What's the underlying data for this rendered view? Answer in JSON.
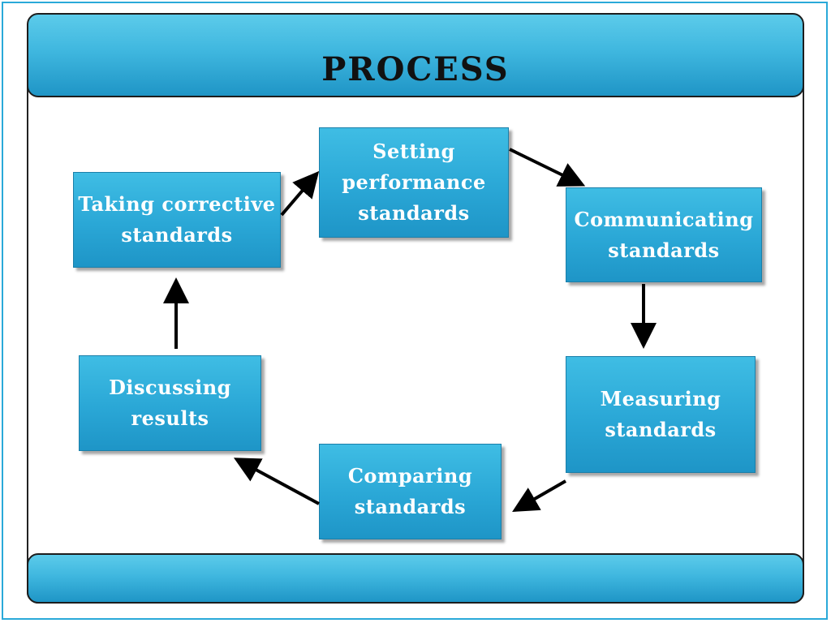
{
  "title": "PROCESS",
  "nodes": {
    "setting": "Setting\nperformance\nstandards",
    "communicating": "Communicating\nstandards",
    "measuring": "Measuring\nstandards",
    "comparing": "Comparing\nstandards",
    "discussing": "Discussing\nresults",
    "taking": "Taking corrective\nstandards"
  },
  "colors": {
    "box": "#2aa7d6",
    "banner": "#3fb7df",
    "arrow": "#000000",
    "border": "#2aa9d9"
  }
}
